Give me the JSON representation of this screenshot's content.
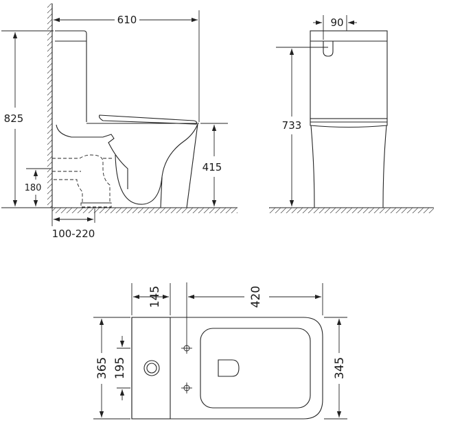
{
  "dimensions": {
    "side_length": "610",
    "side_height_total": "825",
    "side_outlet_height": "180",
    "side_seat_height": "415",
    "side_rough_in": "100-220",
    "front_outlet_width": "90",
    "front_height": "733",
    "top_tank_depth": "145",
    "top_bowl_length": "420",
    "top_total_width": "365",
    "top_inner_width": "195",
    "top_bowl_width": "345"
  },
  "colors": {
    "line": "#222222",
    "background": "#ffffff"
  }
}
